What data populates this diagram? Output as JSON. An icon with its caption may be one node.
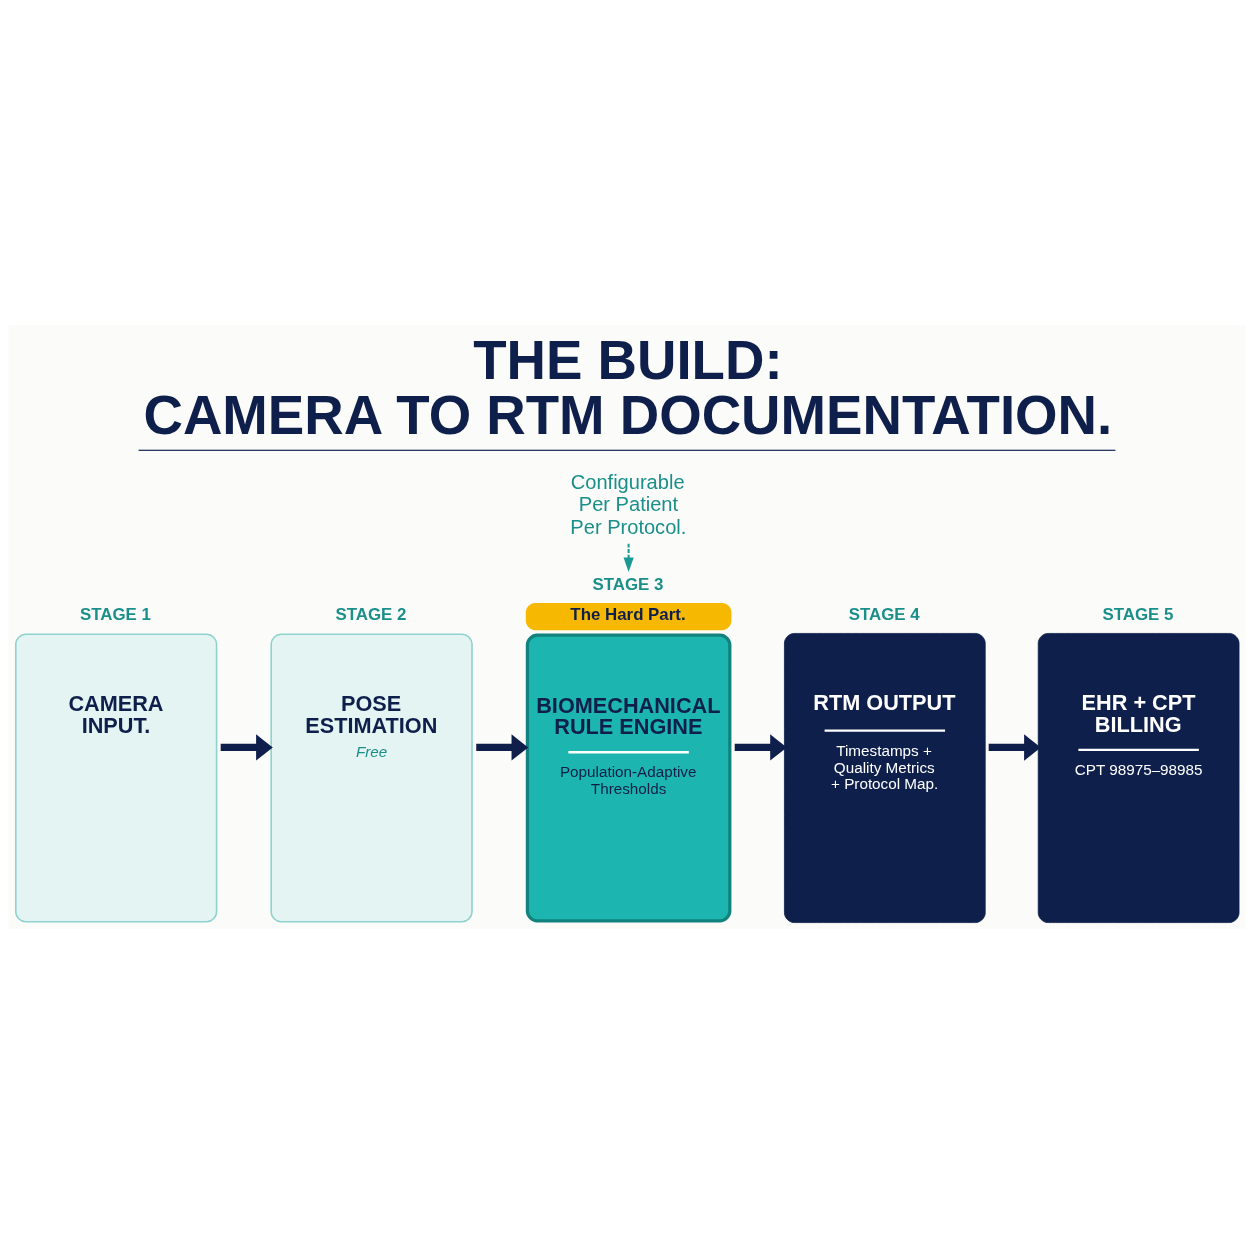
{
  "diagram": {
    "title": "THE BUILD: CAMERA TO RTM DOCUMENTATION.",
    "nodes": [
      {
        "text": [
          "Configurable Per Patient Per Protocol."
        ]
      },
      {
        "text": [
          "STAGE 1",
          "CAMERA INPUT."
        ]
      },
      {
        "text": [
          "STAGE 2",
          "POSE ESTIMATION",
          "Free"
        ]
      },
      {
        "text": [
          "STAGE 3",
          "The Hard Part.",
          "BIOMECHANICAL RULE ENGINE",
          "Population-Adaptive Thresholds"
        ]
      },
      {
        "text": [
          "STAGE 4",
          "RTM OUTPUT",
          "Timestamps + Quality Metrics + Protocol Map."
        ]
      },
      {
        "text": [
          "STAGE 5",
          "EHR + CPT BILLING",
          "CPT 98975–98985"
        ]
      }
    ],
    "edges": [
      {
        "from": 0,
        "to": 3,
        "arrow": "to",
        "style": "dashed",
        "color": "#1a9a94"
      },
      {
        "from": 1,
        "to": 2,
        "arrow": "to"
      },
      {
        "from": 2,
        "to": 3,
        "arrow": "to"
      },
      {
        "from": 3,
        "to": 4,
        "arrow": "to"
      },
      {
        "from": 4,
        "to": 5,
        "arrow": "to"
      }
    ]
  }
}
